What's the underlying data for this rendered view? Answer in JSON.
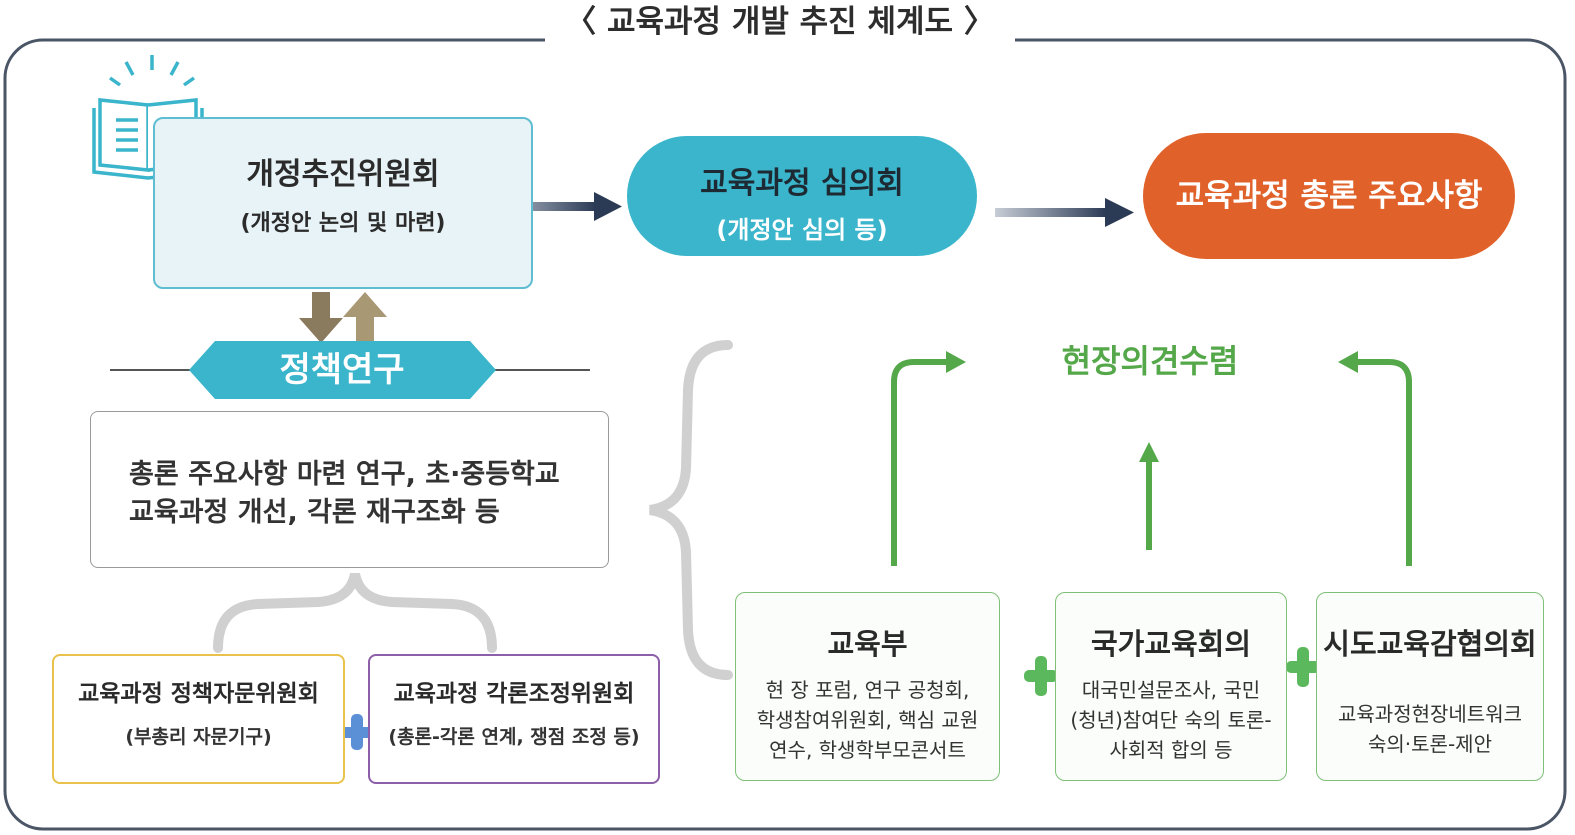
{
  "title": "〈 교육과정 개발 추진 체계도 〉",
  "committee": {
    "name": "개정추진위원회",
    "desc": "(개정안 논의 및 마련)"
  },
  "council": {
    "name": "교육과정 심의회",
    "desc": "(개정안 심의 등)"
  },
  "summary": {
    "name": "교육과정 총론 주요사항"
  },
  "policy_research": {
    "label": "정책연구",
    "lines": [
      "총론 주요사항 마련 연구, 초·중등학교",
      "교육과정 개선, 각론 재구조화 등"
    ]
  },
  "advisory": {
    "name": "교육과정 정책자문위원회",
    "desc": "(부총리 자문기구)"
  },
  "coordination": {
    "name": "교육과정 각론조정위원회",
    "desc": "(총론-각론 연계, 쟁점 조정 등)"
  },
  "field_opinion": {
    "label": "현장의견수렴"
  },
  "sources": [
    {
      "name": "교육부",
      "lines": [
        "현 장 포럼, 연구 공청회,",
        "학생참여위원회, 핵심 교원",
        "연수, 학생학부모콘서트"
      ]
    },
    {
      "name": "국가교육회의",
      "lines": [
        "대국민설문조사, 국민",
        "(청년)참여단 숙의 토론-",
        "사회적 합의 등"
      ]
    },
    {
      "name": "시도교육감협의회",
      "lines": [
        "교육과정현장네트워크",
        "숙의·토론-제안"
      ]
    }
  ],
  "colors": {
    "committee_fill": "#e8f3f7",
    "committee_border": "#5fbdd1",
    "council": "#3ab5cb",
    "summary": "#e0622a",
    "policy_banner": "#3ab5cb",
    "advisory_border": "#e8c24b",
    "coord_border": "#8d5fa8",
    "field_green": "#55a84a",
    "plus_blue": "#5b8fd6",
    "plus_green": "#5cb85c",
    "vert_arrow": "#8b7b5e"
  },
  "icons": [
    "book-icon",
    "cursor-icon",
    "arrow-right-icon",
    "arrow-up-icon",
    "arrow-down-icon",
    "plus-icon",
    "brace-icon"
  ]
}
